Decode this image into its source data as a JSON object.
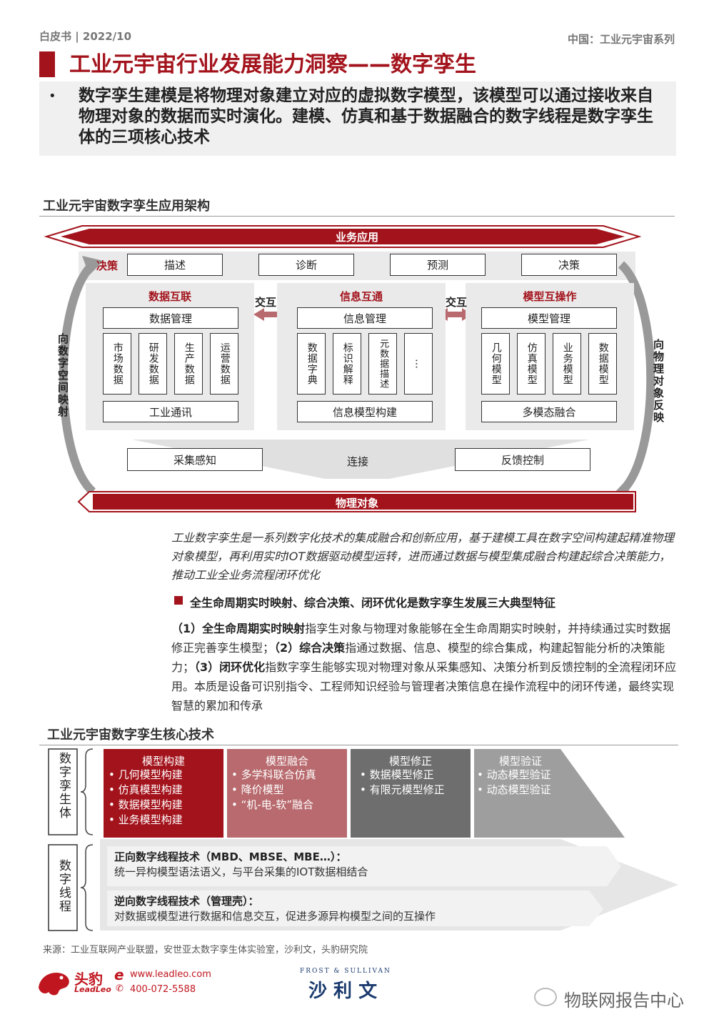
{
  "header": {
    "left": "白皮书 | 2022/10",
    "right": "中国：工业元宇宙系列"
  },
  "page_title": "工业元宇宙行业发展能力洞察——数字孪生",
  "summary": {
    "bullet": "•",
    "text": "数字孪生建模是将物理对象建立对应的虚拟数字模型，该模型可以通过接收来自物理对象的数据而实时演化。建模、仿真和基于数据融合的数字线程是数字孪生体的三项核心技术"
  },
  "arch": {
    "section_title": "工业元宇宙数字孪生应用架构",
    "top_banner": "业务应用",
    "bottom_banner": "物理对象",
    "decision_label": "决策",
    "decision_items": [
      "描述",
      "诊断",
      "预测",
      "决策"
    ],
    "left_side": "向数字空间映射",
    "right_side": "向物理对象反映",
    "exchange_1": "交互",
    "exchange_2": "交互",
    "panels": [
      {
        "title": "数据互联",
        "top": "数据管理",
        "items": [
          "市场数据",
          "研发数据",
          "生产数据",
          "运营数据"
        ],
        "bottom": "工业通讯"
      },
      {
        "title": "信息互通",
        "top": "信息管理",
        "items": [
          "数据字典",
          "标识解释",
          "元数据描述",
          "…"
        ],
        "bottom": "信息模型构建"
      },
      {
        "title": "模型互操作",
        "top": "模型管理",
        "items": [
          "几何模型",
          "仿真模型",
          "业务模型",
          "数据模型"
        ],
        "bottom": "多模态融合"
      }
    ],
    "collect": "采集感知",
    "connect": "连接",
    "feedback": "反馈控制"
  },
  "italic_note": "工业数字孪生是一系列数字化技术的集成融合和创新应用，基于建模工具在数字空间构建起精准物理对象模型，再利用实时IOT数据驱动模型运转，进而通过数据与模型集成融合构建起综合决策能力，推动工业全业务流程闭环优化",
  "features": {
    "title": "全生命周期实时映射、综合决策、闭环优化是数字孪生发展三大典型特征",
    "p1_head": "（1）全生命周期实时映射",
    "p1_text": "指孪生对象与物理对象能够在全生命周期实时映射，并持续通过实时数据修正完善孪生模型；",
    "p2_head": "（2）综合决策",
    "p2_text": "指通过数据、信息、模型的综合集成，构建起智能分析的决策能力；",
    "p3_head": "（3）闭环优化",
    "p3_text": "指数字孪生能够实现对物理对象从采集感知、决策分析到反馈控制的全流程闭环应用。本质是设备可识别指令、工程师知识经验与管理者决策信息在操作流程中的闭环传递，最终实现智慧的累加和传承"
  },
  "core": {
    "section_title": "工业元宇宙数字孪生核心技术",
    "twin_label": "数字孪生体",
    "thread_label": "数字线程",
    "columns": [
      {
        "head": "模型构建",
        "items": [
          "几何模型构建",
          "仿真模型构建",
          "数据模型构建",
          "业务模型构建"
        ],
        "color": "#a3131c"
      },
      {
        "head": "模型融合",
        "items": [
          "多学科联合仿真",
          "降价模型",
          "“机-电-软”融合"
        ],
        "color": "#b86a6e"
      },
      {
        "head": "模型修正",
        "items": [
          "数据模型修正",
          "有限元模型修正"
        ],
        "color": "#6e6e6e"
      },
      {
        "head": "模型验证",
        "items": [
          "动态模型验证",
          "动态模型验证"
        ],
        "color": "#9e9e9e"
      }
    ],
    "threads": [
      {
        "title": "正向数字线程技术（MBD、MBSE、MBE…）：",
        "text": "统一异构模型语法语义，与平台采集的IOT数据相结合"
      },
      {
        "title": "逆向数字线程技术（管理壳）：",
        "text": "对数据或模型进行数据和信息交互，促进多源异构模型之间的互操作"
      }
    ]
  },
  "source": "来源：工业互联网产业联盟，安世亚太数字孪生体实验室，沙利文，头豹研究院",
  "footer": {
    "brand_cn": "头豹",
    "brand_en": "LeadLeo",
    "web": "www.leadleo.com",
    "phone": "400-072-5588",
    "fs_en": "FROST & SULLIVAN",
    "fs_cn": "沙 利 文",
    "wechat": "物联网报告中心"
  }
}
